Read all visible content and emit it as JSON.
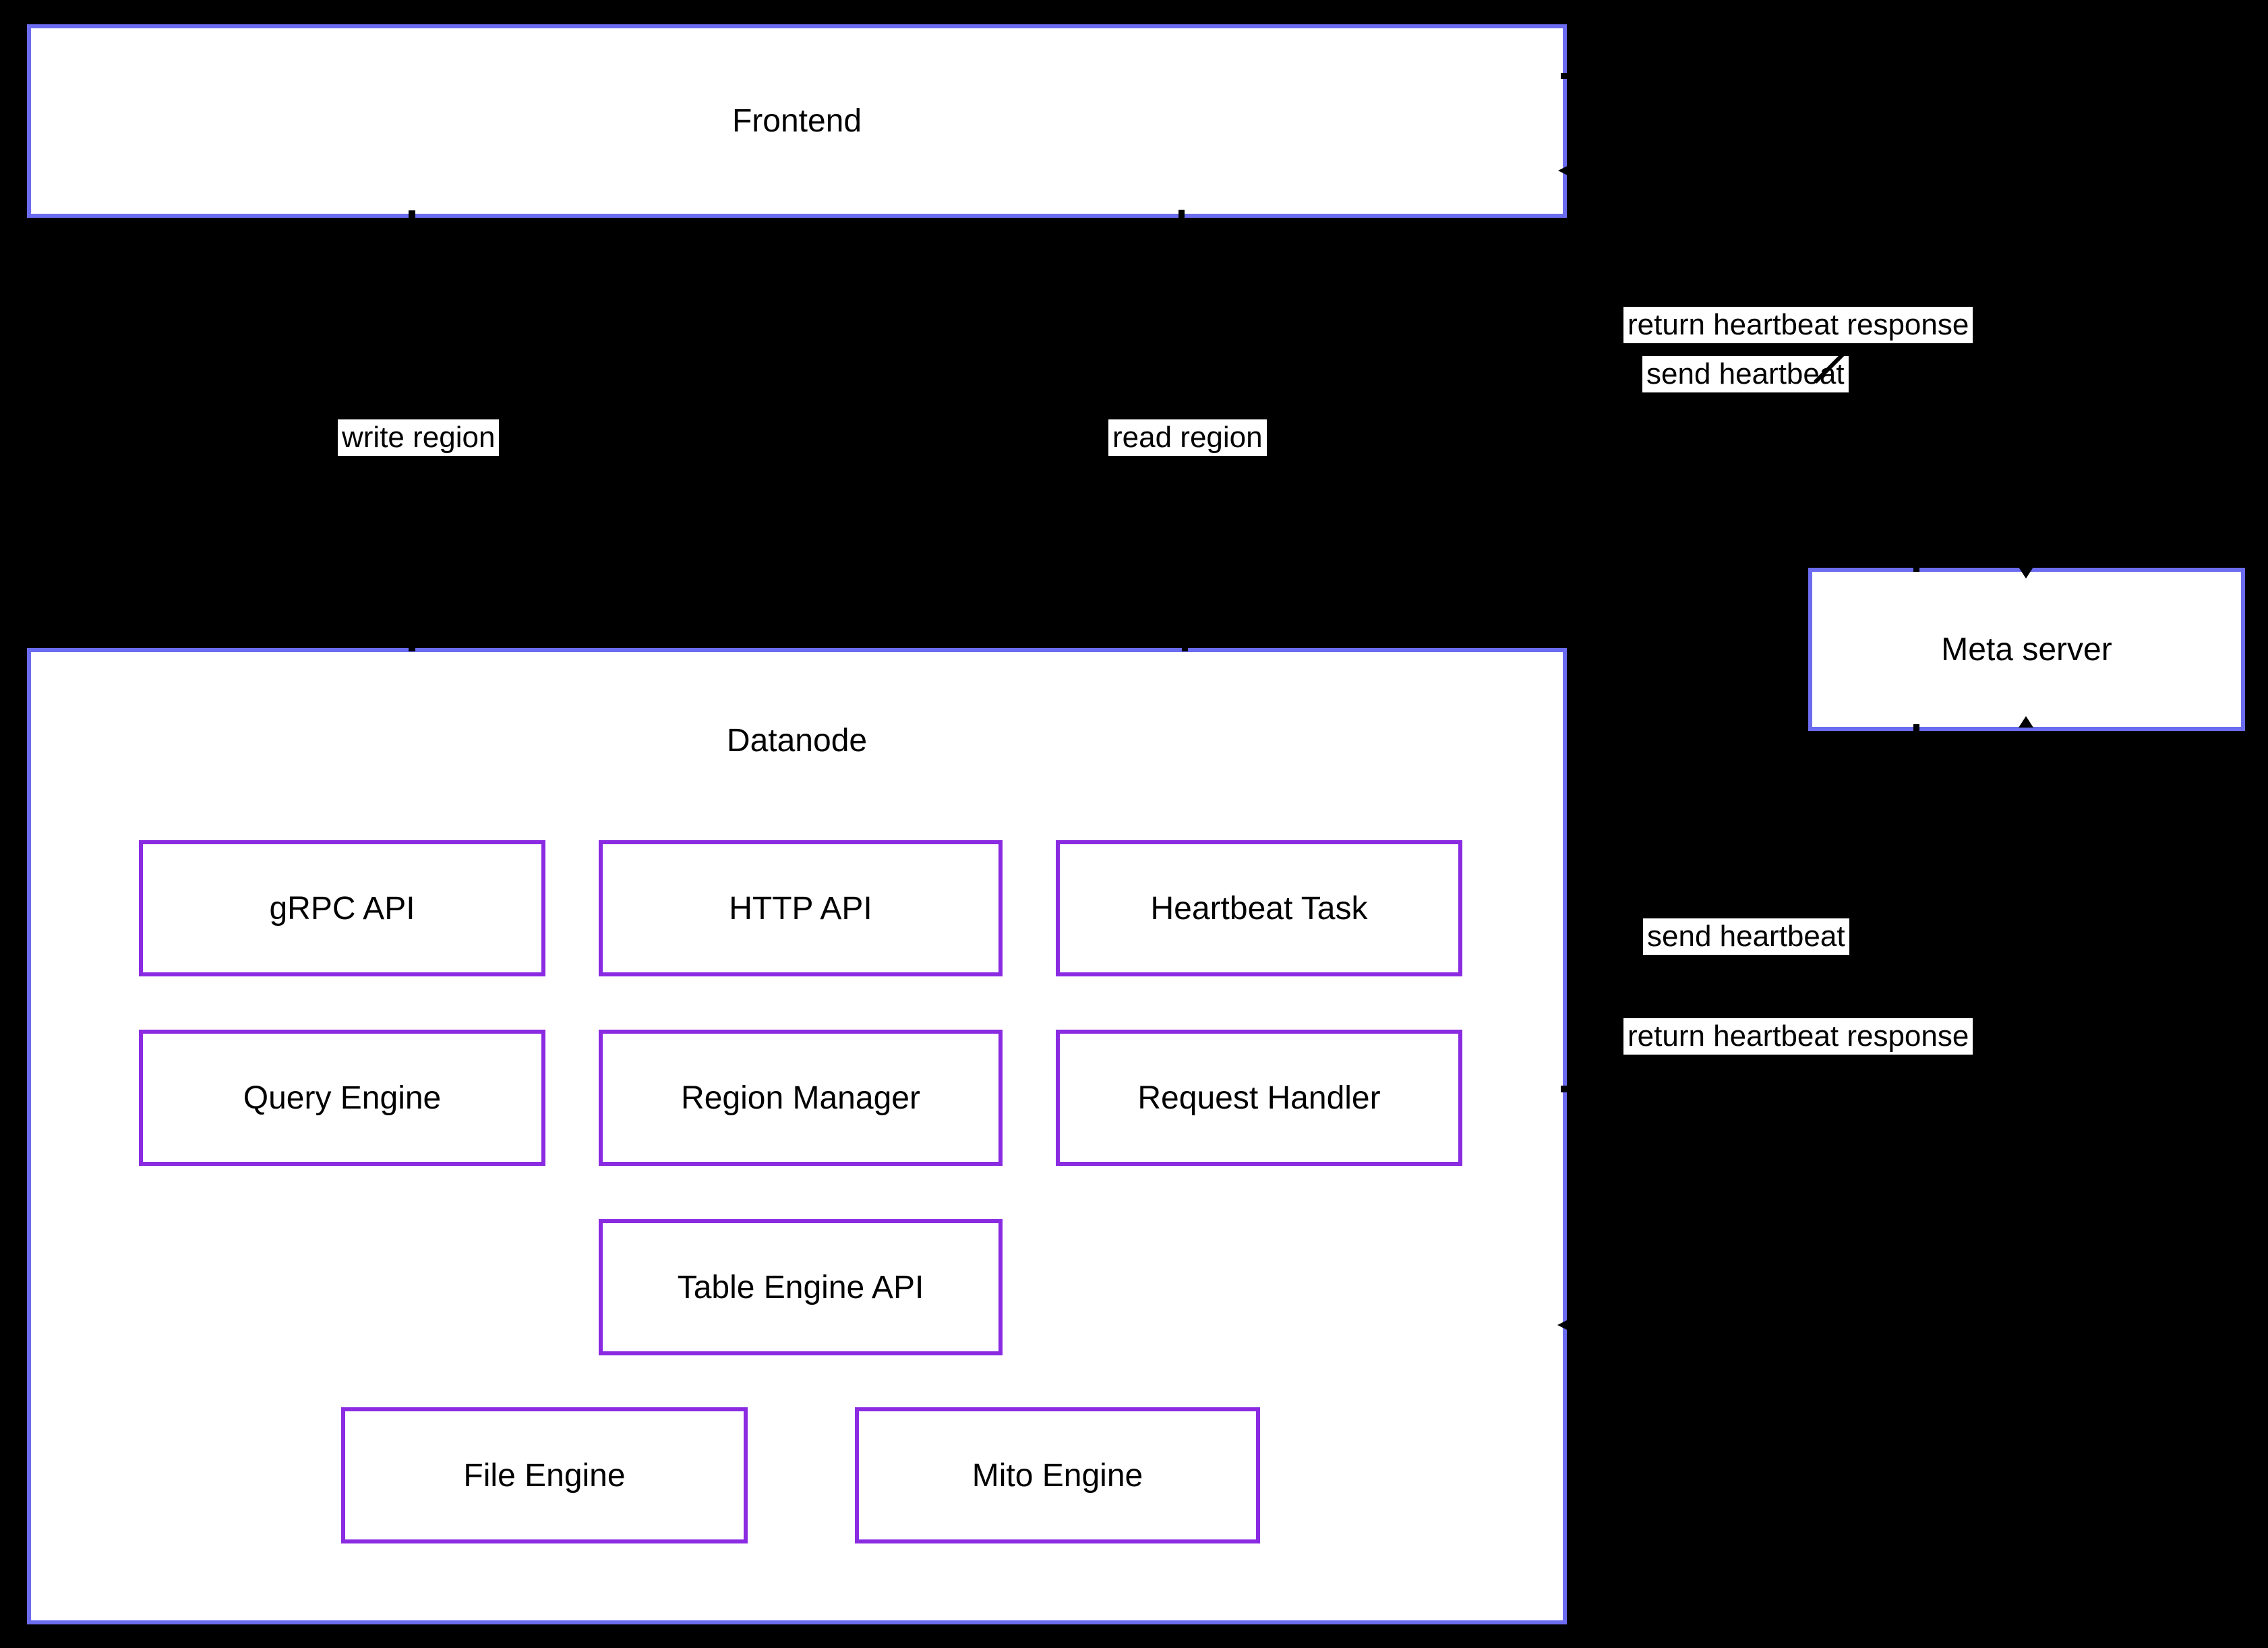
{
  "colors": {
    "background": "#000000",
    "node_fill": "#ffffff",
    "cluster_border": "#6c6cf0",
    "component_border": "#8a2be2",
    "text": "#000000",
    "edge_label_bg": "#ffffff",
    "edge_color": "#000000"
  },
  "diagram": {
    "frontend": {
      "label": "Frontend"
    },
    "meta_server": {
      "label": "Meta server"
    },
    "datanode": {
      "label": "Datanode",
      "components": [
        {
          "label": "gRPC API"
        },
        {
          "label": "HTTP API"
        },
        {
          "label": "Heartbeat Task"
        },
        {
          "label": "Query Engine"
        },
        {
          "label": "Region Manager"
        },
        {
          "label": "Request Handler"
        },
        {
          "label": "Table Engine API"
        },
        {
          "label": "File Engine"
        },
        {
          "label": "Mito Engine"
        }
      ]
    },
    "edges": {
      "write_region": {
        "label": "write region"
      },
      "read_region": {
        "label": "read region"
      },
      "frontend_send_heartbeat": {
        "label": "send heartbeat"
      },
      "frontend_return_heartbeat": {
        "label": "return heartbeat response"
      },
      "datanode_send_heartbeat": {
        "label": "send heartbeat"
      },
      "datanode_return_heartbeat": {
        "label": "return heartbeat response"
      }
    }
  }
}
